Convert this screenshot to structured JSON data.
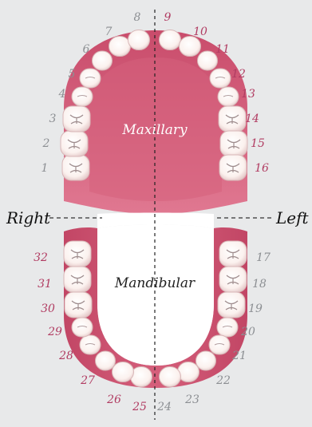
{
  "colors": {
    "background": "#e8e9ea",
    "gum": "#cf5672",
    "gum_dark": "#a83453",
    "palate": "#d9607c",
    "tooth": "#fbf3ef",
    "tooth_shade": "#e6cfcf",
    "upper_right_number": "#8c8f93",
    "upper_left_number": "#b13c62",
    "lower_left_number": "#8c8f93",
    "lower_right_number": "#b13c62"
  },
  "labels": {
    "maxillary": "Maxillary",
    "mandibular": "Mandibular",
    "right": "Right",
    "left": "Left"
  },
  "upper_teeth": [
    {
      "n": "1",
      "side": "right",
      "type": "molar"
    },
    {
      "n": "2",
      "side": "right",
      "type": "molar"
    },
    {
      "n": "3",
      "side": "right",
      "type": "molar"
    },
    {
      "n": "4",
      "side": "right",
      "type": "premolar"
    },
    {
      "n": "5",
      "side": "right",
      "type": "premolar"
    },
    {
      "n": "6",
      "side": "right",
      "type": "canine"
    },
    {
      "n": "7",
      "side": "right",
      "type": "incisor"
    },
    {
      "n": "8",
      "side": "right",
      "type": "incisor"
    },
    {
      "n": "9",
      "side": "left",
      "type": "incisor"
    },
    {
      "n": "10",
      "side": "left",
      "type": "incisor"
    },
    {
      "n": "11",
      "side": "left",
      "type": "canine"
    },
    {
      "n": "12",
      "side": "left",
      "type": "premolar"
    },
    {
      "n": "13",
      "side": "left",
      "type": "premolar"
    },
    {
      "n": "14",
      "side": "left",
      "type": "molar"
    },
    {
      "n": "15",
      "side": "left",
      "type": "molar"
    },
    {
      "n": "16",
      "side": "left",
      "type": "molar"
    }
  ],
  "lower_teeth": [
    {
      "n": "17",
      "side": "left",
      "type": "molar"
    },
    {
      "n": "18",
      "side": "left",
      "type": "molar"
    },
    {
      "n": "19",
      "side": "left",
      "type": "molar"
    },
    {
      "n": "20",
      "side": "left",
      "type": "premolar"
    },
    {
      "n": "21",
      "side": "left",
      "type": "premolar"
    },
    {
      "n": "22",
      "side": "left",
      "type": "canine"
    },
    {
      "n": "23",
      "side": "left",
      "type": "incisor"
    },
    {
      "n": "24",
      "side": "left",
      "type": "incisor"
    },
    {
      "n": "25",
      "side": "right",
      "type": "incisor"
    },
    {
      "n": "26",
      "side": "right",
      "type": "incisor"
    },
    {
      "n": "27",
      "side": "right",
      "type": "canine"
    },
    {
      "n": "28",
      "side": "right",
      "type": "premolar"
    },
    {
      "n": "29",
      "side": "right",
      "type": "premolar"
    },
    {
      "n": "30",
      "side": "right",
      "type": "molar"
    },
    {
      "n": "31",
      "side": "right",
      "type": "molar"
    },
    {
      "n": "32",
      "side": "right",
      "type": "molar"
    }
  ]
}
